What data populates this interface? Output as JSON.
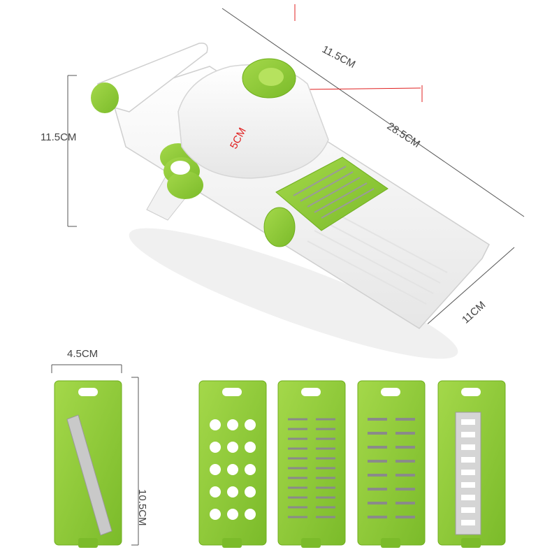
{
  "dimensions": {
    "top_width": "11.5CM",
    "length": "28.5CM",
    "height": "11.5CM",
    "cup_height": "5CM",
    "width": "11CM",
    "blade_width": "4.5CM",
    "blade_length": "10.5CM"
  },
  "colors": {
    "accent": "#8cc63f",
    "accent_dark": "#6fae1e",
    "body": "#ffffff",
    "shadow": "#dcdcdc",
    "dim_line": "#555555",
    "red_line": "#e02020"
  }
}
